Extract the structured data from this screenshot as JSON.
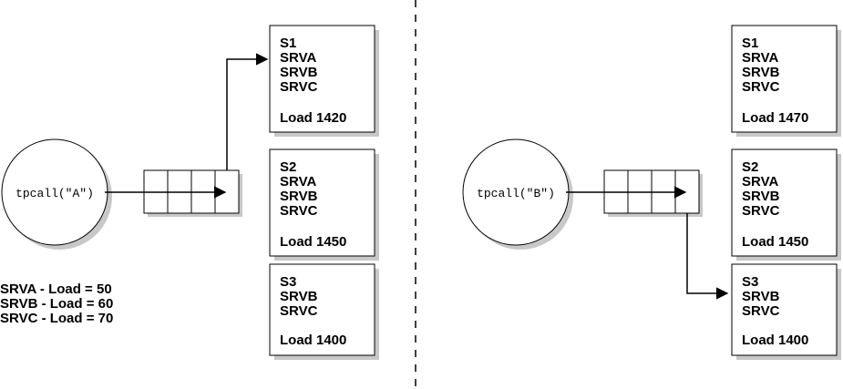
{
  "left": {
    "call": "tpcall(\"A\")",
    "servers": [
      {
        "name": "S1",
        "services": [
          "SRVA",
          "SRVB",
          "SRVC"
        ],
        "load": "Load 1420"
      },
      {
        "name": "S2",
        "services": [
          "SRVA",
          "SRVB",
          "SRVC"
        ],
        "load": "Load 1450"
      },
      {
        "name": "S3",
        "services": [
          "SRVB",
          "SRVC"
        ],
        "load": "Load 1400"
      }
    ],
    "legend": [
      "SRVA - Load = 50",
      "SRVB - Load = 60",
      "SRVC - Load = 70"
    ]
  },
  "right": {
    "call": "tpcall(\"B\")",
    "servers": [
      {
        "name": "S1",
        "services": [
          "SRVA",
          "SRVB",
          "SRVC"
        ],
        "load": "Load 1470"
      },
      {
        "name": "S2",
        "services": [
          "SRVA",
          "SRVB",
          "SRVC"
        ],
        "load": "Load 1450"
      },
      {
        "name": "S3",
        "services": [
          "SRVB",
          "SRVC"
        ],
        "load": "Load 1400"
      }
    ]
  }
}
